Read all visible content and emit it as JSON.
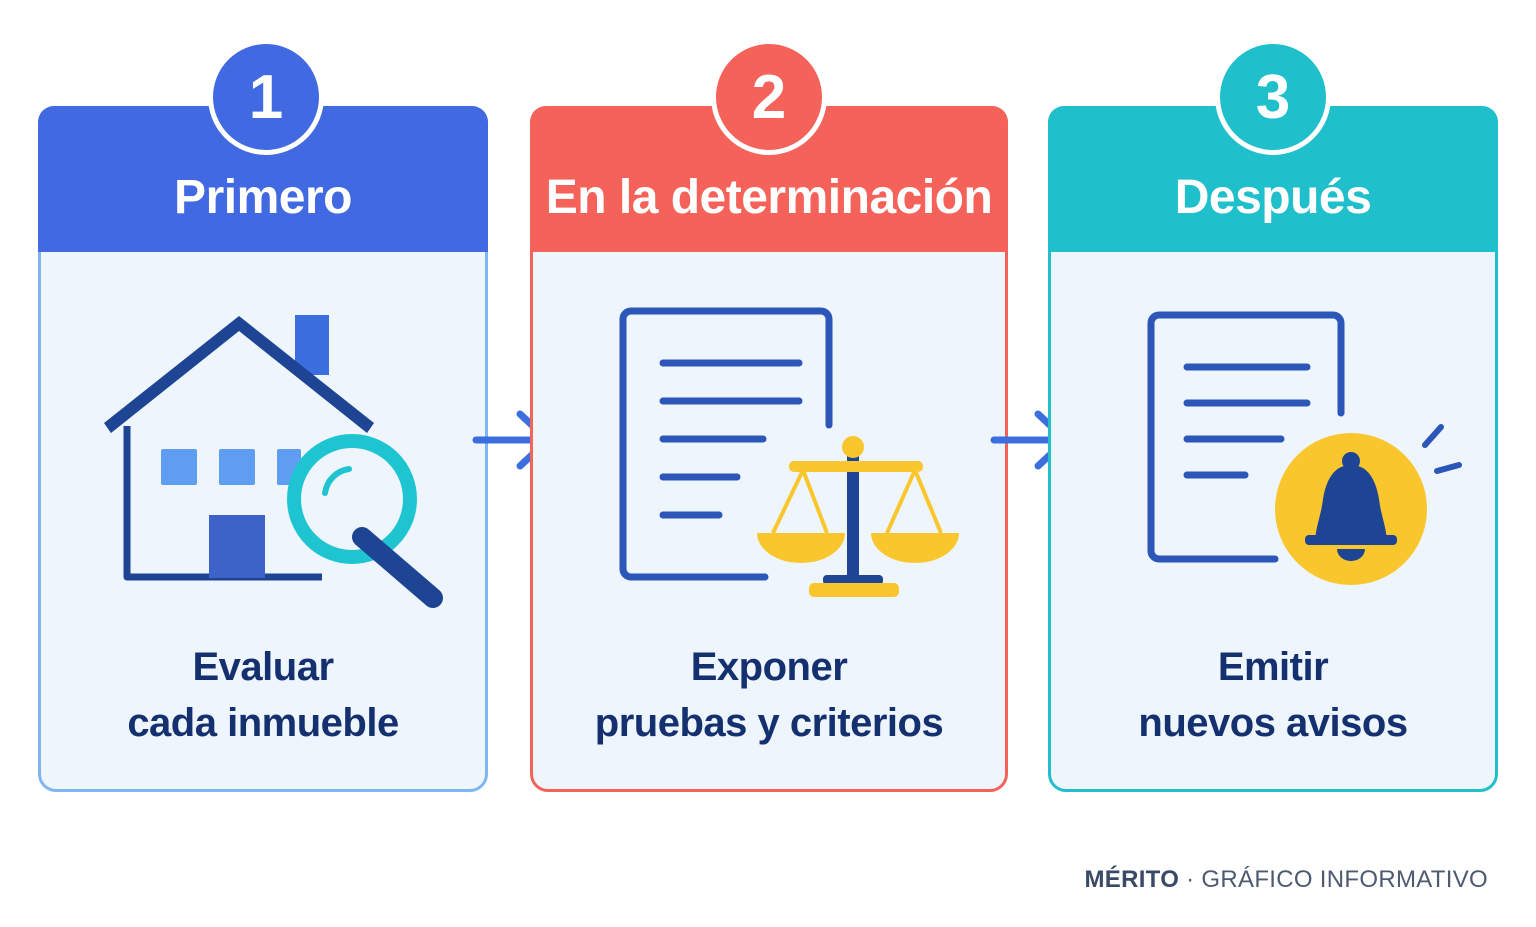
{
  "steps": [
    {
      "number": "1",
      "title": "Primero",
      "line1": "Evaluar",
      "line2": "cada inmueble",
      "color": "#4169e1",
      "icon": "house-search-icon"
    },
    {
      "number": "2",
      "title": "En la determinación",
      "line1": "Exponer",
      "line2": "pruebas y criterios",
      "color": "#f4625a",
      "icon": "document-scales-icon"
    },
    {
      "number": "3",
      "title": "Después",
      "line1": "Emitir",
      "line2": "nuevos avisos",
      "color": "#1fbfcc",
      "icon": "document-bell-icon"
    }
  ],
  "footer": {
    "brand": "MÉRITO",
    "separator": "·",
    "caption": "GRÁFICO INFORMATIVO"
  },
  "colors": {
    "navy": "#1e4494",
    "accent_blue": "#3b6fe0",
    "cyan": "#1fc4d1",
    "yellow": "#f9c72d"
  }
}
